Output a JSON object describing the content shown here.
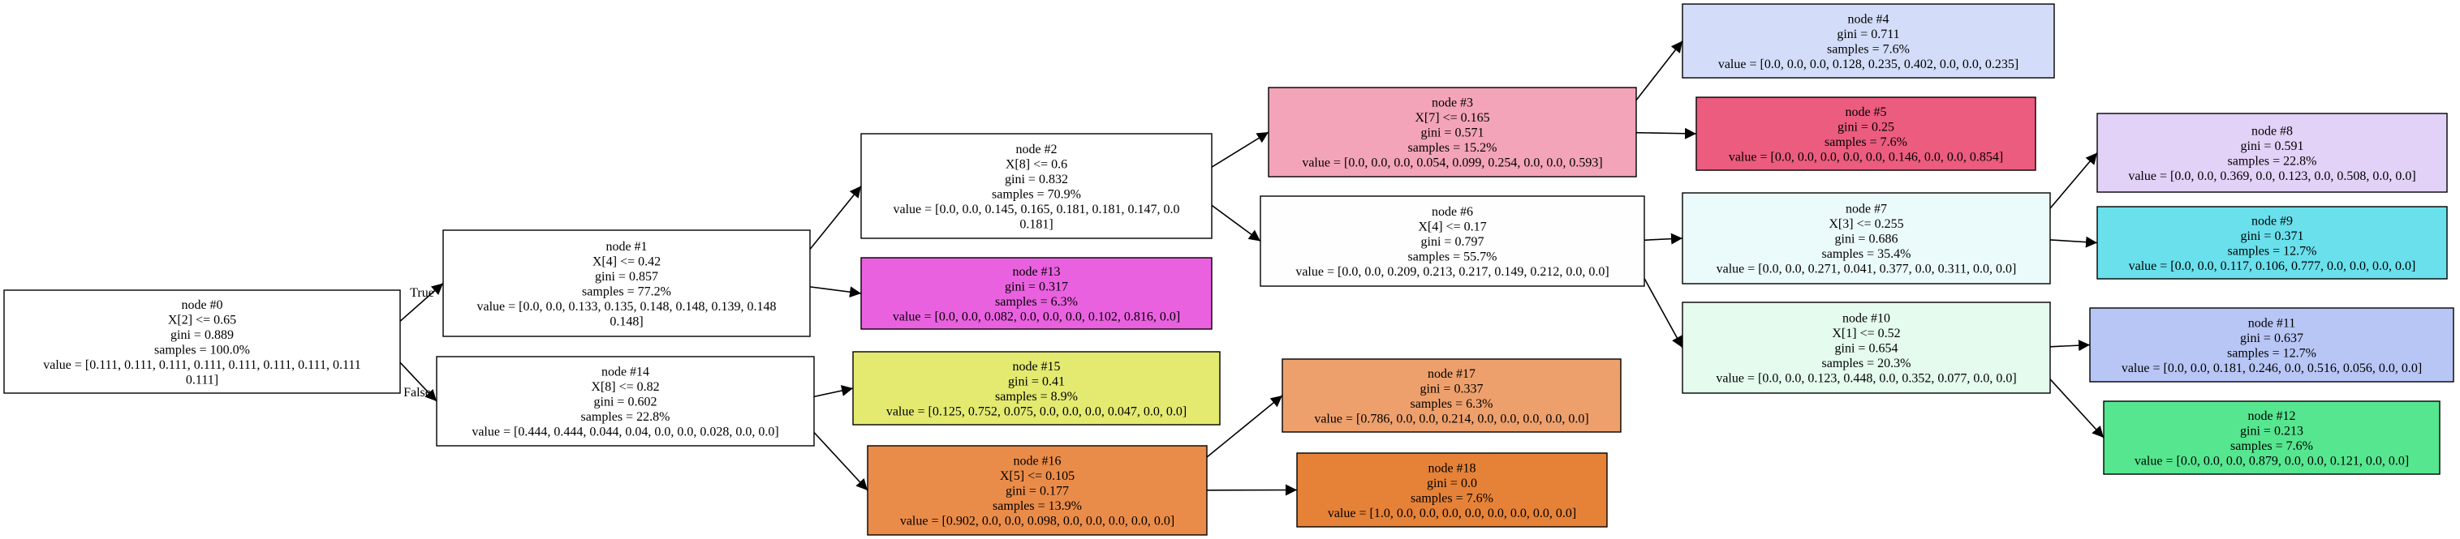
{
  "diagram": {
    "type": "decision-tree",
    "branch_labels": {
      "left": "True",
      "right": "False"
    },
    "nodes": [
      {
        "id": 0,
        "fill": "#ffffff",
        "lines": [
          "node #0",
          "X[2] <= 0.65",
          "gini = 0.889",
          "samples = 100.0%",
          "value = [0.111, 0.111, 0.111, 0.111, 0.111, 0.111, 0.111, 0.111",
          "0.111]"
        ]
      },
      {
        "id": 1,
        "fill": "#ffffff",
        "lines": [
          "node #1",
          "X[4] <= 0.42",
          "gini = 0.857",
          "samples = 77.2%",
          "value = [0.0, 0.0, 0.133, 0.135, 0.148, 0.148, 0.139, 0.148",
          "0.148]"
        ]
      },
      {
        "id": 2,
        "fill": "#ffffff",
        "lines": [
          "node #2",
          "X[8] <= 0.6",
          "gini = 0.832",
          "samples = 70.9%",
          "value = [0.0, 0.0, 0.145, 0.165, 0.181, 0.181, 0.147, 0.0",
          "0.181]"
        ]
      },
      {
        "id": 3,
        "fill": "#f3a4b8",
        "lines": [
          "node #3",
          "X[7] <= 0.165",
          "gini = 0.571",
          "samples = 15.2%",
          "value = [0.0, 0.0, 0.0, 0.054, 0.099, 0.254, 0.0, 0.0, 0.593]"
        ]
      },
      {
        "id": 4,
        "fill": "#d3ddf9",
        "lines": [
          "node #4",
          "gini = 0.711",
          "samples = 7.6%",
          "value = [0.0, 0.0, 0.0, 0.128, 0.235, 0.402, 0.0, 0.0, 0.235]"
        ]
      },
      {
        "id": 5,
        "fill": "#ec5c7f",
        "lines": [
          "node #5",
          "gini = 0.25",
          "samples = 7.6%",
          "value = [0.0, 0.0, 0.0, 0.0, 0.0, 0.146, 0.0, 0.0, 0.854]"
        ]
      },
      {
        "id": 6,
        "fill": "#fefefe",
        "lines": [
          "node #6",
          "X[4] <= 0.17",
          "gini = 0.797",
          "samples = 55.7%",
          "value = [0.0, 0.0, 0.209, 0.213, 0.217, 0.149, 0.212, 0.0, 0.0]"
        ]
      },
      {
        "id": 7,
        "fill": "#ebfbfc",
        "lines": [
          "node #7",
          "X[3] <= 0.255",
          "gini = 0.686",
          "samples = 35.4%",
          "value = [0.0, 0.0, 0.271, 0.041, 0.377, 0.0, 0.311, 0.0, 0.0]"
        ]
      },
      {
        "id": 8,
        "fill": "#e2d2f7",
        "lines": [
          "node #8",
          "gini = 0.591",
          "samples = 22.8%",
          "value = [0.0, 0.0, 0.369, 0.0, 0.123, 0.0, 0.508, 0.0, 0.0]"
        ]
      },
      {
        "id": 9,
        "fill": "#6ae0ec",
        "lines": [
          "node #9",
          "gini = 0.371",
          "samples = 12.7%",
          "value = [0.0, 0.0, 0.117, 0.106, 0.777, 0.0, 0.0, 0.0, 0.0]"
        ]
      },
      {
        "id": 10,
        "fill": "#e4fbee",
        "lines": [
          "node #10",
          "X[1] <= 0.52",
          "gini = 0.654",
          "samples = 20.3%",
          "value = [0.0, 0.0, 0.123, 0.448, 0.0, 0.352, 0.077, 0.0, 0.0]"
        ]
      },
      {
        "id": 11,
        "fill": "#b8c6f6",
        "lines": [
          "node #11",
          "gini = 0.637",
          "samples = 12.7%",
          "value = [0.0, 0.0, 0.181, 0.246, 0.0, 0.516, 0.056, 0.0, 0.0]"
        ]
      },
      {
        "id": 12,
        "fill": "#56e690",
        "lines": [
          "node #12",
          "gini = 0.213",
          "samples = 7.6%",
          "value = [0.0, 0.0, 0.0, 0.879, 0.0, 0.0, 0.121, 0.0, 0.0]"
        ]
      },
      {
        "id": 13,
        "fill": "#ea61e0",
        "lines": [
          "node #13",
          "gini = 0.317",
          "samples = 6.3%",
          "value = [0.0, 0.0, 0.082, 0.0, 0.0, 0.0, 0.102, 0.816, 0.0]"
        ]
      },
      {
        "id": 14,
        "fill": "#ffffff",
        "lines": [
          "node #14",
          "X[8] <= 0.82",
          "gini = 0.602",
          "samples = 22.8%",
          "value = [0.444, 0.444, 0.044, 0.04, 0.0, 0.0, 0.028, 0.0, 0.0]"
        ]
      },
      {
        "id": 15,
        "fill": "#e3ea6f",
        "lines": [
          "node #15",
          "gini = 0.41",
          "samples = 8.9%",
          "value = [0.125, 0.752, 0.075, 0.0, 0.0, 0.0, 0.047, 0.0, 0.0]"
        ]
      },
      {
        "id": 16,
        "fill": "#ea8c49",
        "lines": [
          "node #16",
          "X[5] <= 0.105",
          "gini = 0.177",
          "samples = 13.9%",
          "value = [0.902, 0.0, 0.0, 0.098, 0.0, 0.0, 0.0, 0.0, 0.0]"
        ]
      },
      {
        "id": 17,
        "fill": "#eea06c",
        "lines": [
          "node #17",
          "gini = 0.337",
          "samples = 6.3%",
          "value = [0.786, 0.0, 0.0, 0.214, 0.0, 0.0, 0.0, 0.0, 0.0]"
        ]
      },
      {
        "id": 18,
        "fill": "#e68237",
        "lines": [
          "node #18",
          "gini = 0.0",
          "samples = 7.6%",
          "value = [1.0, 0.0, 0.0, 0.0, 0.0, 0.0, 0.0, 0.0, 0.0]"
        ]
      }
    ],
    "edges": [
      {
        "from": 0,
        "to": 1
      },
      {
        "from": 0,
        "to": 14
      },
      {
        "from": 1,
        "to": 2
      },
      {
        "from": 1,
        "to": 13
      },
      {
        "from": 2,
        "to": 3
      },
      {
        "from": 2,
        "to": 6
      },
      {
        "from": 3,
        "to": 4
      },
      {
        "from": 3,
        "to": 5
      },
      {
        "from": 6,
        "to": 7
      },
      {
        "from": 6,
        "to": 10
      },
      {
        "from": 7,
        "to": 8
      },
      {
        "from": 7,
        "to": 9
      },
      {
        "from": 10,
        "to": 11
      },
      {
        "from": 10,
        "to": 12
      },
      {
        "from": 14,
        "to": 15
      },
      {
        "from": 14,
        "to": 16
      },
      {
        "from": 16,
        "to": 17
      },
      {
        "from": 16,
        "to": 18
      }
    ]
  }
}
